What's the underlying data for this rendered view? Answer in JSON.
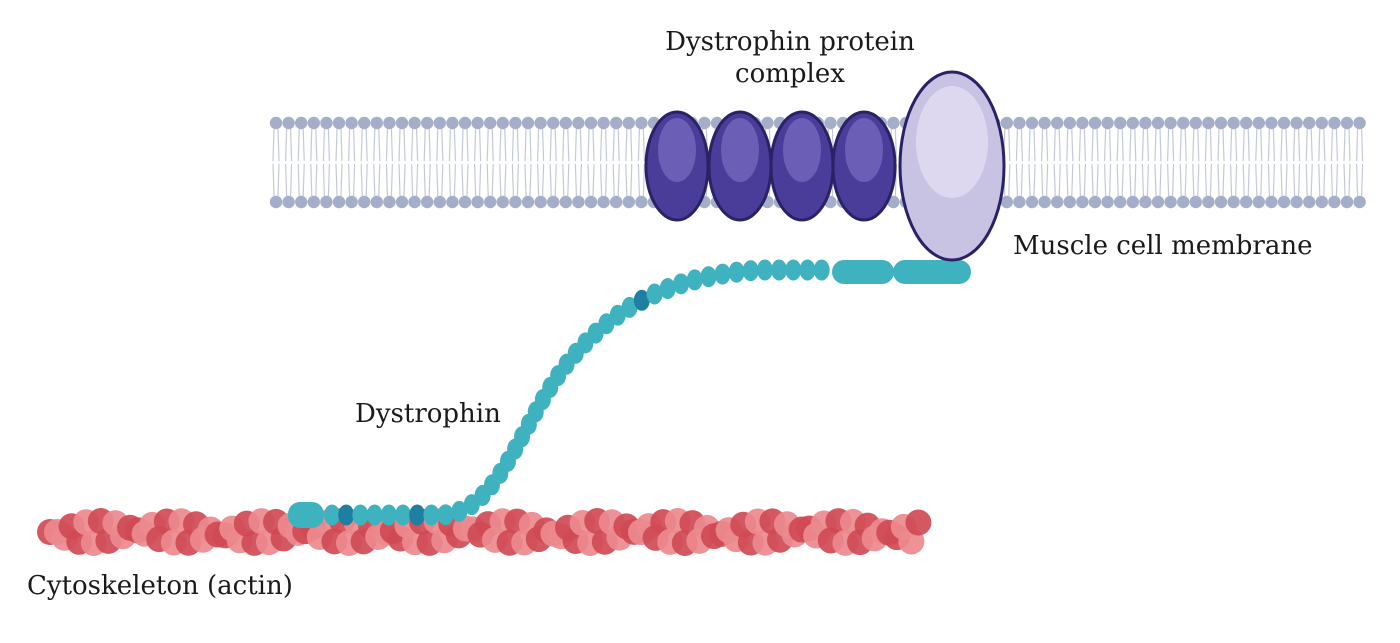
{
  "labels": {
    "complex_line1": "Dystrophin protein",
    "complex_line2": "complex",
    "membrane": "Muscle cell membrane",
    "dystrophin": "Dystrophin",
    "cytoskeleton": "Cytoskeleton (actin)"
  },
  "colors": {
    "membrane_head": "#a4aec8",
    "membrane_tail": "#c3c9d8",
    "complex_dark": "#4a3d9a",
    "complex_dark_highlight": "#7d70c4",
    "complex_outline": "#2a2266",
    "complex_large": "#c9c3e3",
    "complex_large_highlight": "#e2ddf1",
    "dystrophin": "#3fb2bf",
    "dystrophin_dark": "#1f7fa0",
    "actin_dark": "#cf4a55",
    "actin_light": "#ec8a8e"
  }
}
